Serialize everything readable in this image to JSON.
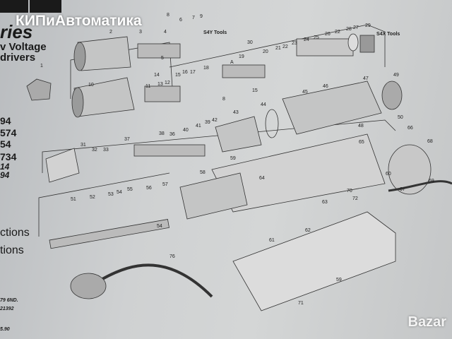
{
  "watermark": "КИПиАвтоматика",
  "marketplace_logo": "Bazar",
  "left_panel": {
    "series": "ries",
    "voltage": "v Voltage",
    "drivers": "drivers",
    "models": [
      "94",
      "574",
      "54",
      "734",
      "14",
      "94"
    ],
    "sections": [
      "ctions",
      "tions"
    ],
    "footer": [
      "79 6ND.",
      "21392",
      "5.90"
    ]
  },
  "diagram": {
    "group_labels": [
      "S4Y Tools",
      "S4X Tools"
    ],
    "callouts": [
      "2",
      "3",
      "4",
      "5",
      "6",
      "7",
      "8",
      "9",
      "30",
      "20",
      "21",
      "22",
      "23",
      "24",
      "25",
      "26",
      "22",
      "28",
      "27",
      "29",
      "1",
      "10",
      "14",
      "11",
      "13",
      "12",
      "15",
      "16",
      "17",
      "18",
      "A",
      "19",
      "15",
      "8",
      "49",
      "47",
      "46",
      "45",
      "44",
      "43",
      "50",
      "48",
      "42",
      "41",
      "39",
      "40",
      "38",
      "36",
      "37",
      "31",
      "32",
      "33",
      "66",
      "68",
      "65",
      "59",
      "64",
      "58",
      "60",
      "69",
      "67",
      "72",
      "63",
      "70",
      "51",
      "52",
      "53",
      "54",
      "55",
      "56",
      "57",
      "54",
      "62",
      "61",
      "76",
      "59",
      "71"
    ]
  }
}
